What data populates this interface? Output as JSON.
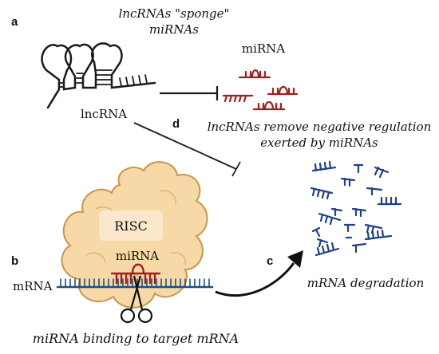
{
  "panels": {
    "a": "a",
    "b": "b",
    "c": "c",
    "d": "d"
  },
  "text": {
    "sponge_line1": "lncRNAs \"sponge\"",
    "sponge_line2": "miRNAs",
    "mirna_top": "miRNA",
    "lncrna": "lncRNA",
    "remove_line1": "lncRNAs remove negative regulation",
    "remove_line2": "exerted by miRNAs",
    "risc": "RISC",
    "mirna_risc": "miRNA",
    "mrna": "mRNA",
    "degradation": "mRNA degradation",
    "binding": "miRNA binding to target mRNA"
  },
  "colors": {
    "mirna": "#a31f1f",
    "mrna": "#1e4f87",
    "fragments": "#1f3f8f",
    "risc_fill": "#f6d9a6",
    "risc_stroke": "#c9954a",
    "line": "#1a1a1a"
  },
  "icons": {
    "scissors": "scissors-icon"
  }
}
